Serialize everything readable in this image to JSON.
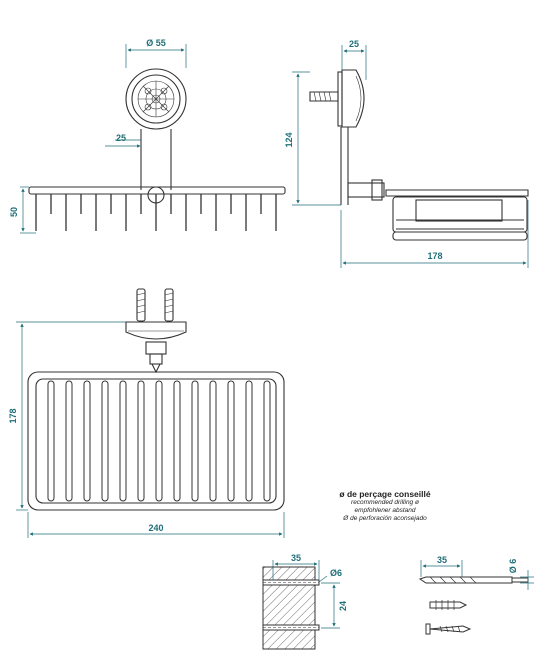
{
  "dims": {
    "front_diameter": "Ø 55",
    "side_depth": "25",
    "side_height": "124",
    "front_offset": "25",
    "front_height": "50",
    "side_length": "178",
    "plan_depth": "178",
    "plan_width": "240",
    "detail_width": "35",
    "detail_hole": "Ø6",
    "detail_spacing": "24",
    "drill_length": "35",
    "drill_diameter": "Ø 6"
  },
  "note": {
    "title": "ø de perçage conseillé",
    "lines": [
      "recommended drilling ø",
      "empfohlener abstand",
      "Ø de perforación aconsejado"
    ]
  },
  "colors": {
    "line": "#333333",
    "dimension": "#1f6f78"
  }
}
